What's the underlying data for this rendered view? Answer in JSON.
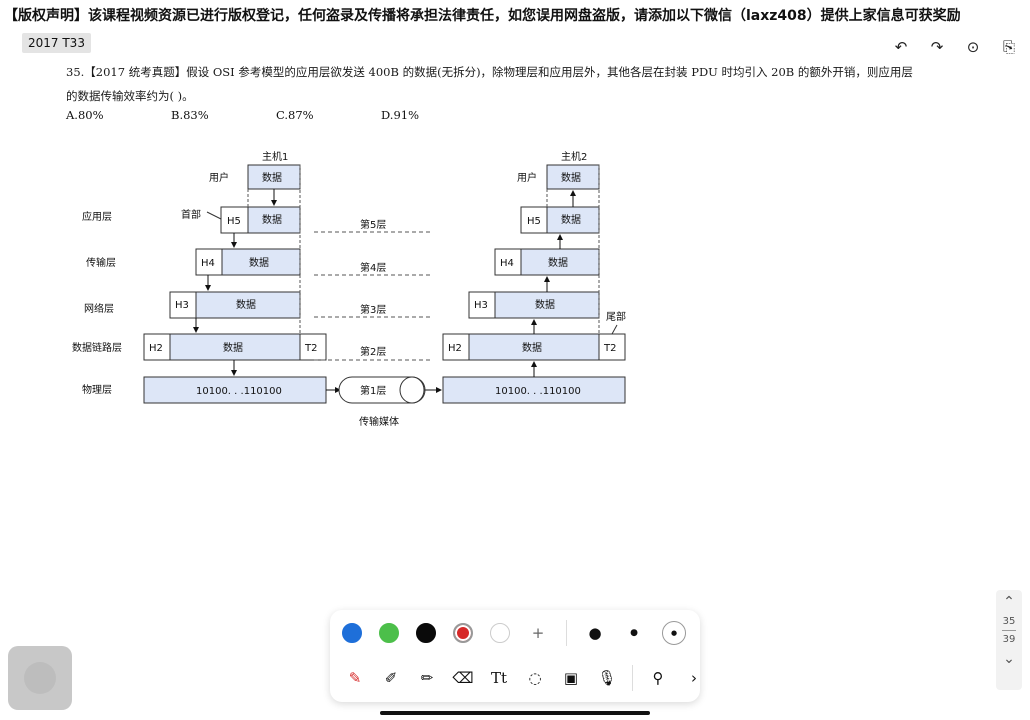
{
  "banner": {
    "text": "【版权声明】该课程视频资源已进行版权登记，任何盗录及传播将承担法律责任，如您误用网盘盗版，请添加以下微信（laxz408）提供上家信息可获奖励"
  },
  "doc": {
    "chip": "2017 T33"
  },
  "question": {
    "line1": "35.【2017 统考真题】假设 OSI 参考模型的应用层欲发送 400B 的数据(无拆分)，除物理层和应用层外，其他各层在封装 PDU 时均引入 20B 的额外开销，则应用层",
    "line2": "的数据传输效率约为(      )。",
    "options": [
      "A.80%",
      "B.83%",
      "C.87%",
      "D.91%"
    ]
  },
  "diagram": {
    "host1": "主机1",
    "host2": "主机2",
    "user": "用户",
    "data": "数据",
    "header": "首部",
    "trailer": "尾部",
    "layers": [
      "应用层",
      "传输层",
      "网络层",
      "数据链路层",
      "物理层"
    ],
    "h5": "H5",
    "h4": "H4",
    "h3": "H3",
    "h2": "H2",
    "t2": "T2",
    "bits": "10100. . .110100",
    "peer": [
      "第5层",
      "第4层",
      "第3层",
      "第2层",
      "第1层"
    ],
    "medium": "传输媒体"
  },
  "rail": {
    "page_a": "35",
    "page_b": "39"
  },
  "palette": {
    "colors": [
      "#1e6fd9",
      "#4cbf4a",
      "#0a0a0a",
      "#d62828",
      "#ffffff"
    ]
  }
}
